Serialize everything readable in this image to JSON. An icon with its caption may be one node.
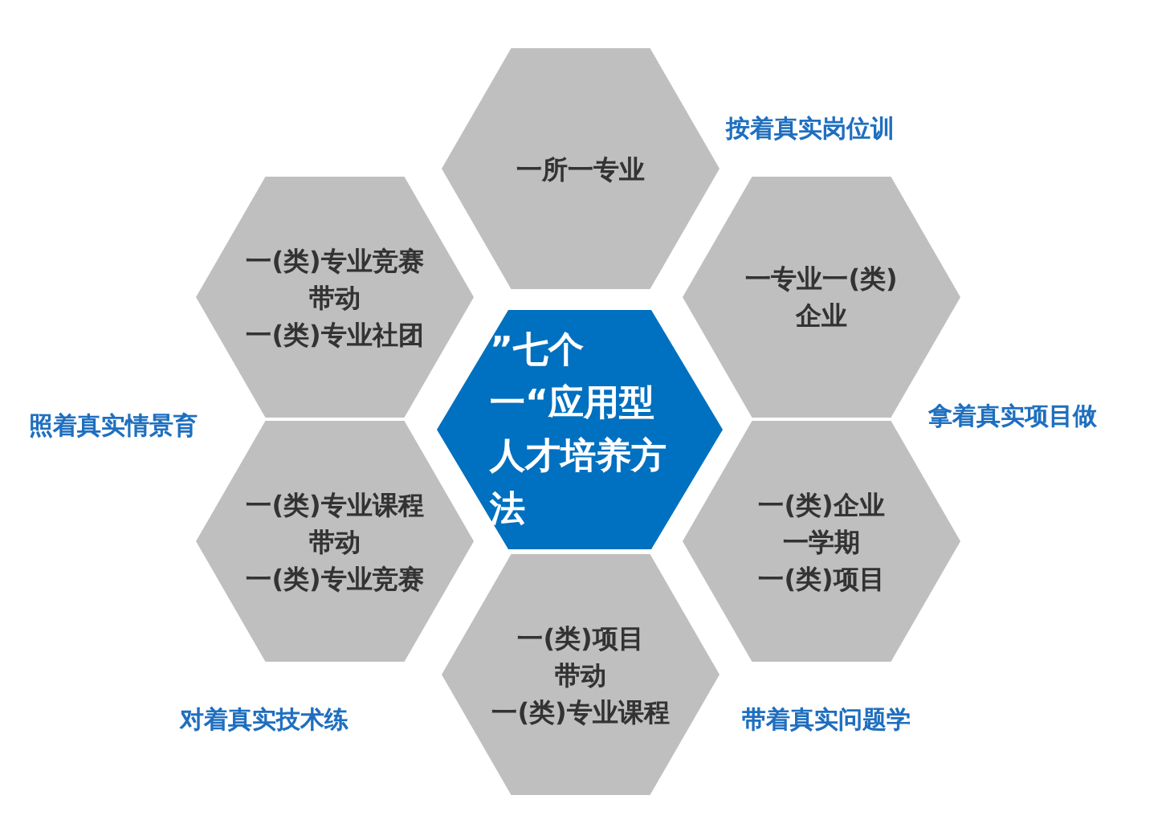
{
  "diagram": {
    "nodes": [
      {
        "text": [
          "一所一专业"
        ]
      },
      {
        "text": [
          "一(类)专业竞赛",
          "带动",
          "一(类)专业社团"
        ]
      },
      {
        "text": [
          "一专业一(类)",
          "企业"
        ]
      },
      {
        "text": [
          "”七个一“应用型人才培养方法"
        ]
      },
      {
        "text": [
          "一(类)专业课程",
          "带动",
          "一(类)专业竞赛"
        ]
      },
      {
        "text": [
          "一(类)企业",
          "一学期",
          "一(类)项目"
        ]
      },
      {
        "text": [
          "一(类)项目",
          "带动",
          "一(类)专业课程"
        ]
      }
    ],
    "labels": [
      "按着真实岗位训",
      "照着真实情景育",
      "拿着真实项目做",
      "对着真实技术练",
      "带着真实问题学"
    ]
  }
}
